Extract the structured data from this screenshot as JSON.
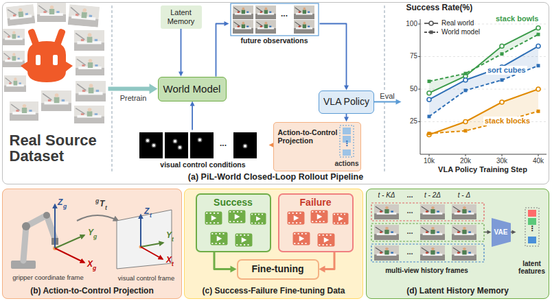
{
  "diagram": {
    "nodes": [
      {
        "text": [
          "(a) PiL-World Closed-Loop Rollout Pipeline"
        ]
      },
      {
        "text": [
          "Real Source Dataset"
        ],
        "in": 0
      },
      {
        "text": [
          "Latent Memory"
        ],
        "in": 0
      },
      {
        "text": [
          "future observations"
        ],
        "in": 0
      },
      {
        "text": [
          "World Model"
        ],
        "in": 0
      },
      {
        "text": [
          "VLA Policy"
        ],
        "in": 0
      },
      {
        "text": [
          "Action-to-Control Projection"
        ],
        "in": 0
      },
      {
        "text": [
          "visual control conditions"
        ],
        "in": 0
      },
      {
        "text": [
          "Success Rate(%)"
        ],
        "in": 0
      },
      {
        "text": [
          "(b) Action-to-Control Projection"
        ]
      },
      {
        "text": [
          "(c) Success-Failure Fine-tuning Data"
        ]
      },
      {
        "text": [
          "Success"
        ],
        "in": 10
      },
      {
        "text": [
          "Failure"
        ],
        "in": 10
      },
      {
        "text": [
          "Fine-tuning"
        ],
        "in": 10
      },
      {
        "text": [
          "(d) Latent History Memory"
        ]
      },
      {
        "text": [
          "multi-view history frames"
        ],
        "in": 14
      },
      {
        "text": [
          "VAE"
        ],
        "in": 14
      },
      {
        "text": [
          "latent features"
        ],
        "in": 14
      }
    ],
    "edges": [
      {
        "from": 1,
        "to": 4,
        "arrow": "to",
        "label": "Pretrain"
      },
      {
        "from": 2,
        "to": 4,
        "arrow": "to"
      },
      {
        "from": 4,
        "to": 3,
        "arrow": "to"
      },
      {
        "from": 3,
        "to": 5,
        "arrow": "to"
      },
      {
        "from": 5,
        "to": 6,
        "arrow": "to"
      },
      {
        "from": 6,
        "to": 7,
        "arrow": "to"
      },
      {
        "from": 7,
        "to": 4,
        "arrow": "to"
      },
      {
        "from": 5,
        "to": 8,
        "arrow": "to",
        "label": "Eval"
      },
      {
        "from": 11,
        "to": 13,
        "arrow": "to"
      },
      {
        "from": 12,
        "to": 13,
        "arrow": "to"
      },
      {
        "from": 15,
        "to": 16,
        "arrow": "to"
      },
      {
        "from": 16,
        "to": 17,
        "arrow": "to"
      }
    ],
    "labels": [
      "actions",
      "...",
      "...",
      "⋮",
      "100",
      "75",
      "50",
      "25",
      "10k",
      "20k",
      "30k",
      "40k",
      "VLA Policy Training Step",
      "stack bowls",
      "sort cubes",
      "stack blocks",
      "Z",
      "g",
      "Y",
      "g",
      "X",
      "g",
      "g",
      "T",
      "t",
      "Z",
      "t",
      "Y",
      "t",
      "X",
      "t",
      "gripper coordinate frame",
      "visual control frame",
      "t - KΔ",
      "...",
      "t - 2Δ",
      "t - Δ",
      "...",
      "...",
      "...",
      "⋮"
    ],
    "legend": [
      {
        "text": "Real world"
      },
      {
        "text": "World model"
      }
    ]
  }
}
